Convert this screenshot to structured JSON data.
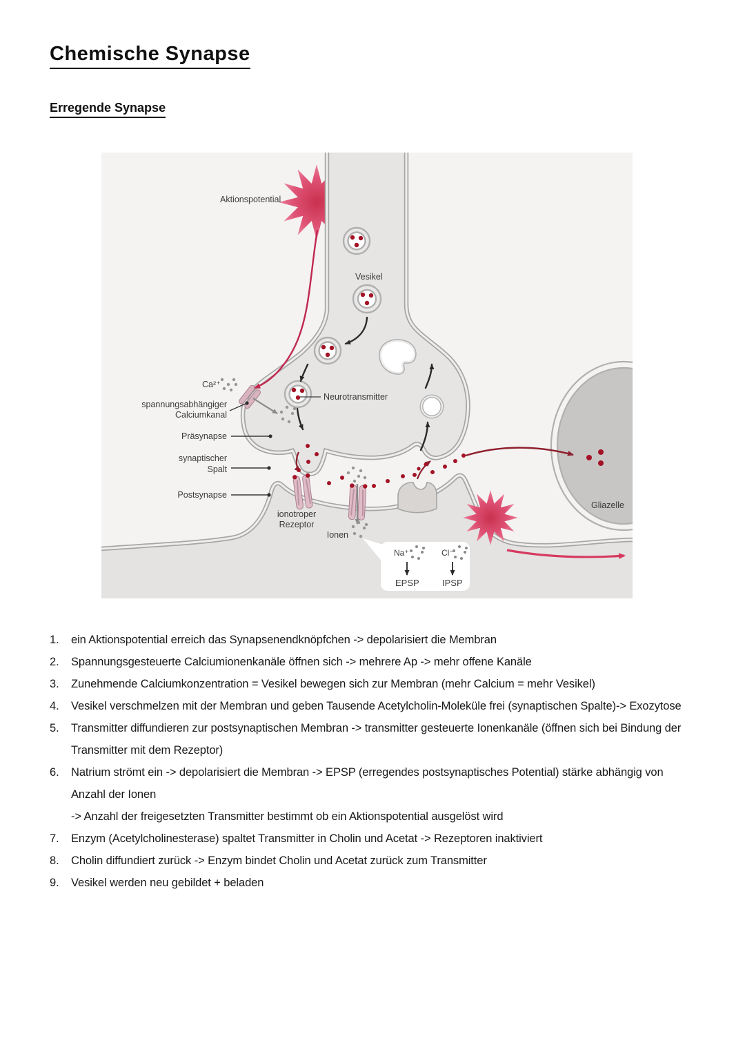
{
  "page": {
    "title": "Chemische Synapse",
    "subtitle": "Erregende Synapse"
  },
  "diagram": {
    "labels": {
      "aktionspotential": "Aktionspotential",
      "vesikel": "Vesikel",
      "neurotransmitter": "Neurotransmitter",
      "ca_ion": "Ca²⁺",
      "calciumkanal_line1": "spannungsabhängiger",
      "calciumkanal_line2": "Calciumkanal",
      "praesynapse": "Präsynapse",
      "spalt_line1": "synaptischer",
      "spalt_line2": "Spalt",
      "postsynapse": "Postsynapse",
      "rezeptor_line1": "ionotroper",
      "rezeptor_line2": "Rezeptor",
      "ionen": "Ionen",
      "na_ion": "Na⁺",
      "cl_ion": "Cl⁻",
      "epsp": "EPSP",
      "ipsp": "IPSP",
      "gliazelle": "Gliazelle"
    },
    "colors": {
      "diagram_bg": "#f4f3f2",
      "cell_fill": "#e6e5e4",
      "membrane_gray": "#a6a6a6",
      "glia_fill": "#c7c6c5",
      "star_pink": "#d94a6b",
      "dot_red": "#a31325",
      "arrow_crimson": "#d63a60",
      "arrow_darkred": "#8f1f2e",
      "receptor_pink": "#dfbcc7"
    }
  },
  "notes": {
    "items": [
      {
        "num": "1.",
        "lines": [
          "ein Aktionspotential erreich das Synapsenendknöpfchen -> depolarisiert die Membran"
        ]
      },
      {
        "num": "2.",
        "lines": [
          "Spannungsgesteuerte Calciumionenkanäle öffnen sich -> mehrere Ap -> mehr offene Kanäle"
        ]
      },
      {
        "num": "3.",
        "lines": [
          "Zunehmende Calciumkonzentration = Vesikel bewegen sich zur Membran  (mehr Calcium = mehr Vesikel)"
        ]
      },
      {
        "num": "4.",
        "lines": [
          "Vesikel verschmelzen mit der Membran und geben Tausende Acetylcholin-Moleküle frei (synaptischen  Spalte)-> Exozytose"
        ]
      },
      {
        "num": "5.",
        "lines": [
          "Transmitter diffundieren zur postsynaptischen Membran -> transmitter gesteuerte Ionenkanäle (öffnen sich bei Bindung der",
          "Transmitter mit dem Rezeptor)"
        ]
      },
      {
        "num": "6.",
        "lines": [
          "Natrium strömt ein -> depolarisiert die Membran -> EPSP (erregendes postsynaptisches Potential) stärke abhängig von",
          "Anzahl der Ionen",
          "-> Anzahl der freigesetzten Transmitter bestimmt ob ein Aktionspotential ausgelöst wird"
        ]
      },
      {
        "num": "7.",
        "lines": [
          "Enzym (Acetylcholinesterase) spaltet Transmitter in Cholin und Acetat -> Rezeptoren inaktiviert"
        ]
      },
      {
        "num": "8.",
        "lines": [
          "Cholin diffundiert zurück -> Enzym bindet Cholin und Acetat zurück zum Transmitter"
        ]
      },
      {
        "num": "9.",
        "lines": [
          "Vesikel werden neu gebildet + beladen"
        ]
      }
    ]
  }
}
